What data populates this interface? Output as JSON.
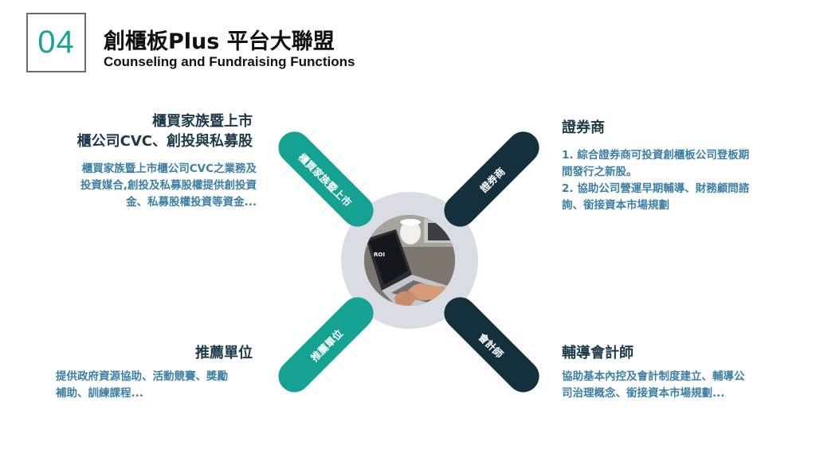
{
  "header": {
    "number": "04",
    "title": "創櫃板Plus 平台大聯盟",
    "subtitle": "Counseling and Fundraising Functions"
  },
  "quadrants": {
    "top_left": {
      "heading_line1": "櫃買家族暨上市",
      "heading_line2": "櫃公司CVC、創投與私募股",
      "desc_line1": "櫃買家族暨上市櫃公司CVC之業務及",
      "desc_line2": "投資媒合,創投及私募股權提供創投資",
      "desc_line3": "金、私募股權投資等資金..."
    },
    "top_right": {
      "heading": "證券商",
      "item1_line1": "1. 綜合證券商可投資創櫃板公司登板期",
      "item1_line2": "間發行之新股。",
      "item2_line1": "2. 協助公司營運早期輔導、財務顧問諮",
      "item2_line2": "詢、銜接資本市場規劃"
    },
    "bottom_left": {
      "heading": "推薦單位",
      "desc_line1": "提供政府資源協助、活動競賽、獎勵",
      "desc_line2": "補助、訓練課程..."
    },
    "bottom_right": {
      "heading": "輔導會計師",
      "desc_line1": "協助基本內控及會計制度建立、輔導公",
      "desc_line2": "司治理概念、銜接資本市場規劃..."
    }
  },
  "pills": {
    "top_left": "櫃買家族暨上市",
    "top_right": "證券商",
    "bottom_left": "推薦單位",
    "bottom_right": "會計師"
  },
  "colors": {
    "teal": "#16a293",
    "navy": "#14303d",
    "heading": "#1e3a48",
    "desc": "#3d7fa5",
    "ring": "#d9dde3"
  },
  "icons": {
    "center": "laptop-photo-icon"
  }
}
